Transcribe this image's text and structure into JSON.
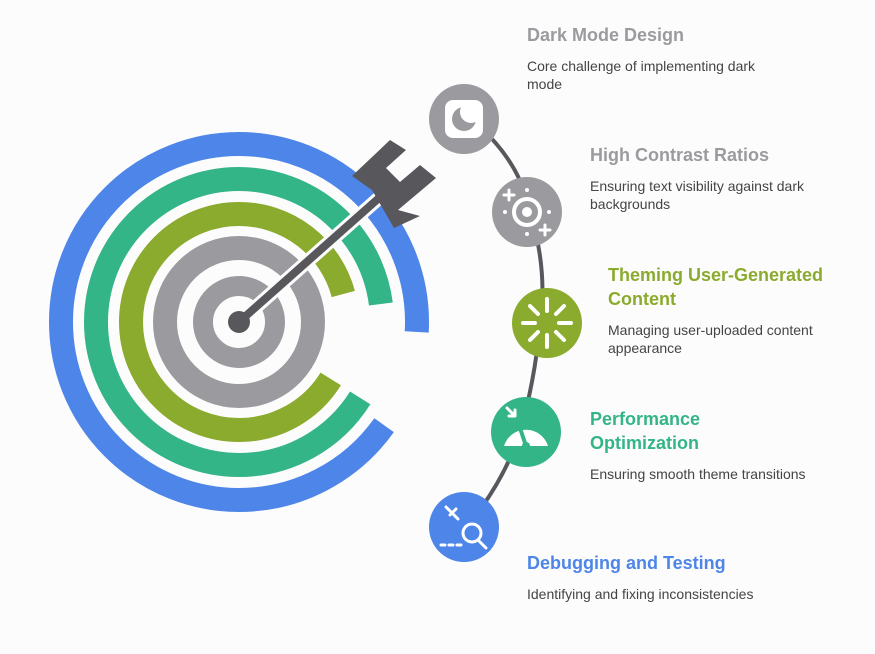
{
  "items": [
    {
      "title": "Dark Mode Design",
      "description": "Core challenge of implementing dark mode",
      "color": "#9b9a9e",
      "icon": "moon-icon"
    },
    {
      "title": "High Contrast Ratios",
      "description": "Ensuring text visibility against dark backgrounds",
      "color": "#9b9a9e",
      "icon": "contrast-target-icon"
    },
    {
      "title": "Theming User-Generated Content",
      "description": "Managing user-uploaded content appearance",
      "color": "#8aab2d",
      "icon": "loader-burst-icon"
    },
    {
      "title": "Performance Optimization",
      "description": "Ensuring smooth theme transitions",
      "color": "#34b587",
      "icon": "speedometer-icon"
    },
    {
      "title": "Debugging and Testing",
      "description": "Identifying and fixing inconsistencies",
      "color": "#4d86e8",
      "icon": "bug-search-icon"
    }
  ],
  "colors": {
    "ring_blue": "#4d86e8",
    "ring_green": "#34b587",
    "ring_olive": "#8aab2d",
    "ring_gray": "#9b9a9e",
    "arrow": "#58575c"
  }
}
